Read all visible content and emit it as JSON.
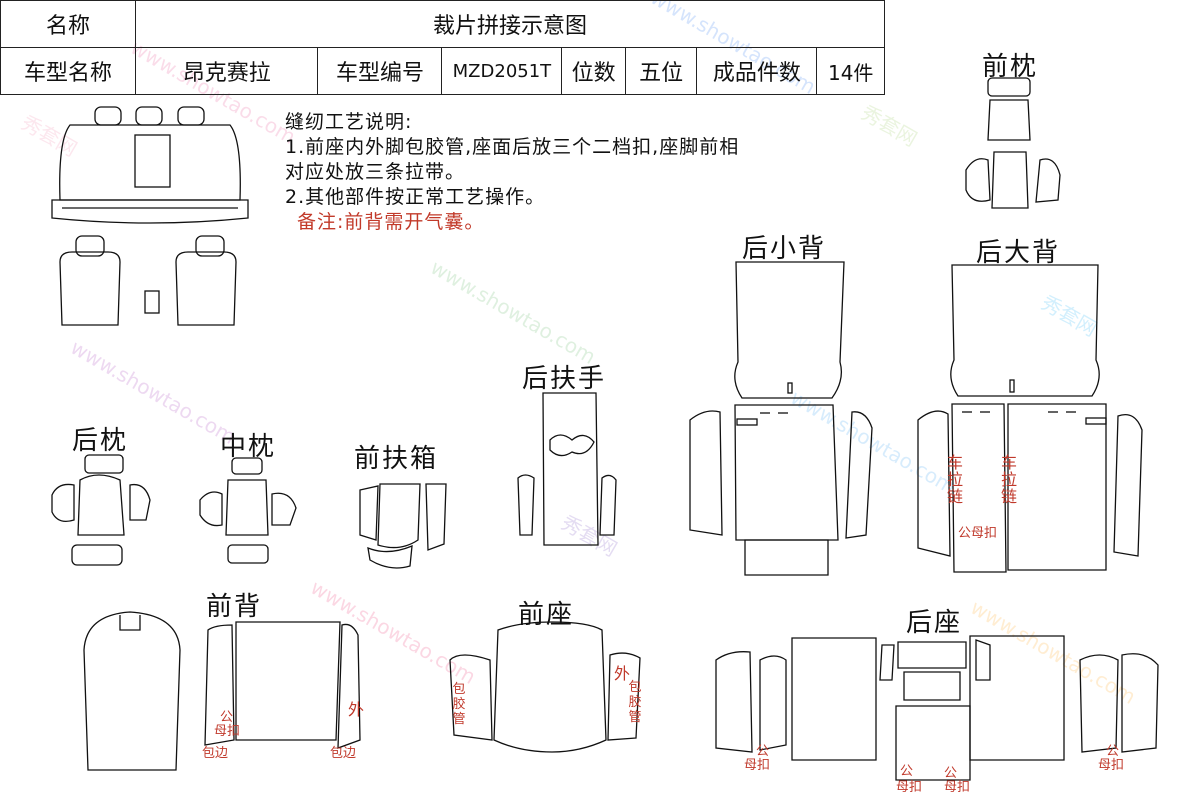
{
  "header": {
    "name_label": "名称",
    "name_value": "裁片拼接示意图",
    "model_name_label": "车型名称",
    "model_name_value": "昂克赛拉",
    "model_code_label": "车型编号",
    "model_code_value": "MZD2051T",
    "seats_label": "位数",
    "seats_value": "五位",
    "pieces_label": "成品件数",
    "pieces_value": "14件"
  },
  "notes": {
    "title": "缝纫工艺说明:",
    "line1": "1.前座内外脚包胶管,座面后放三个二档扣,座脚前相",
    "line2": "对应处放三条拉带。",
    "line3": "2.其他部件按正常工艺操作。",
    "remark": "备注:前背需开气囊。"
  },
  "labels": {
    "front_pillow": "前枕",
    "rear_small_back": "后小背",
    "rear_big_back": "后大背",
    "rear_armrest": "后扶手",
    "rear_pillow": "后枕",
    "mid_pillow": "中枕",
    "front_armbox": "前扶箱",
    "front_back": "前背",
    "front_seat": "前座",
    "rear_seat": "后座"
  },
  "annotations": {
    "car": "车",
    "la": "拉",
    "lian": "链",
    "male_female_clip": "公母扣",
    "gong": "公",
    "mu_kou": "母扣",
    "wai": "外",
    "bao_bian": "包边",
    "bao": "包",
    "jiao": "胶",
    "guan": "管",
    "mu": "母"
  },
  "watermark": {
    "site": "www.showtao.com",
    "brand": "秀套网"
  },
  "colors": {
    "annotation_red": "#c0392b",
    "line": "#111111"
  }
}
